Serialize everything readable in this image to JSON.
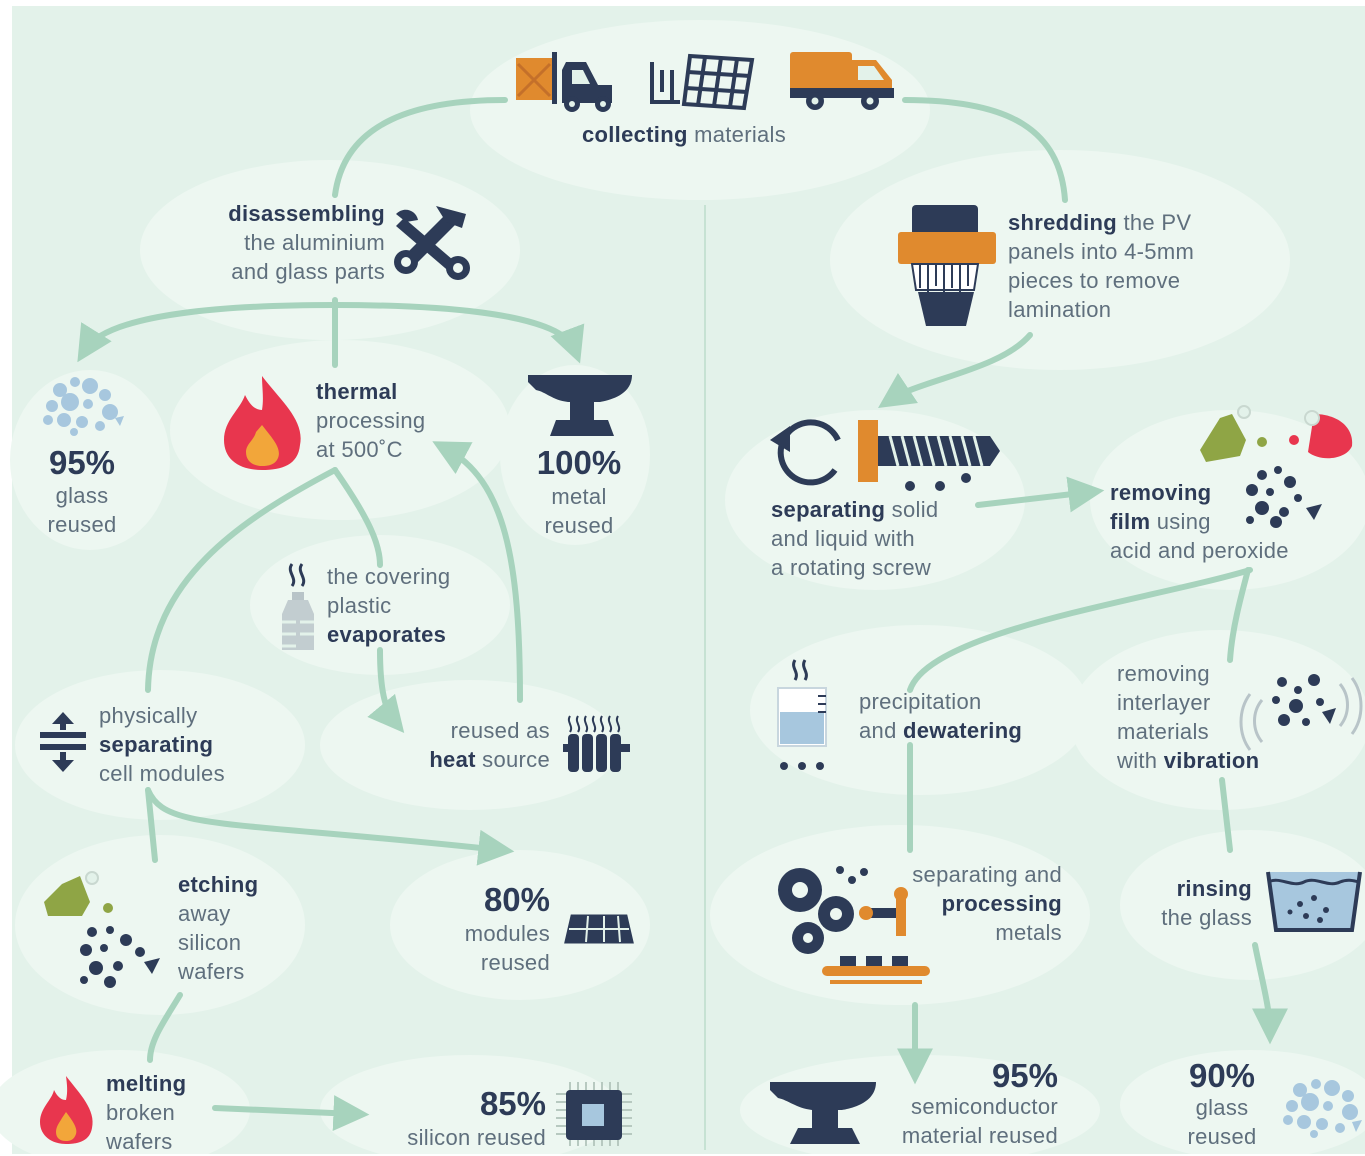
{
  "colors": {
    "background": "#e3f2ea",
    "cloud": "#edf7f1",
    "arrow": "#a7d3bd",
    "navy": "#2d3b57",
    "orange": "#e08a2e",
    "red": "#e8364e",
    "glass_blue": "#a7c7de",
    "text": "#5f6f7d"
  },
  "icons": [
    "forklift-icon",
    "solar-panel-icon",
    "truck-icon",
    "tools-icon",
    "shredder-icon",
    "glass-pieces-icon",
    "flame-icon",
    "anvil-icon",
    "rotating-screw-icon",
    "flasks-icon",
    "particles-icon",
    "steam-icon",
    "bottle-icon",
    "compress-arrows-icon",
    "radiator-icon",
    "beaker-icon",
    "vibration-particles-icon",
    "gears-robot-icon",
    "water-basin-icon",
    "solar-module-icon",
    "chip-icon"
  ],
  "collecting": {
    "bold": "collecting",
    "rest": " materials"
  },
  "disassembling": {
    "bold": "disassembling",
    "line2": "the aluminium",
    "line3": "and glass parts"
  },
  "shredding": {
    "bold": "shredding",
    "rest": " the PV",
    "line2": "panels into 4-5mm",
    "line3": "pieces to remove",
    "line4": "lamination"
  },
  "glass_left": {
    "pct": "95%",
    "line1": "glass",
    "line2": "reused"
  },
  "thermal": {
    "bold": "thermal",
    "line2": "processing",
    "line3": "at 500˚C"
  },
  "metal": {
    "pct": "100%",
    "line1": "metal",
    "line2": "reused"
  },
  "evaporates": {
    "line1": "the covering",
    "line2": "plastic",
    "bold": "evaporates"
  },
  "separating_screw": {
    "bold": "separating",
    "rest": " solid",
    "line2": "and liquid with",
    "line3": "a rotating screw"
  },
  "removing_film": {
    "bold": "removing",
    "line2_bold": "film",
    "line2_rest": " using",
    "line3": "acid and peroxide"
  },
  "physically": {
    "line1": "physically",
    "bold": "separating",
    "line3": "cell modules"
  },
  "heat": {
    "line1": "reused as",
    "bold": "heat",
    "rest": " source"
  },
  "precipitation": {
    "line1": "precipitation",
    "line2_rest": "and ",
    "bold": "dewatering"
  },
  "interlayer": {
    "line1": "removing",
    "line2": "interlayer",
    "line3": "materials",
    "line4_rest": "with ",
    "bold": "vibration"
  },
  "etching": {
    "bold": "etching",
    "line2": "away",
    "line3": "silicon",
    "line4": "wafers"
  },
  "modules": {
    "pct": "80%",
    "line1": "modules",
    "line2": "reused"
  },
  "processing_metals": {
    "line1": "separating and",
    "bold": "processing",
    "line3": "metals"
  },
  "rinsing": {
    "bold": "rinsing",
    "line2": "the glass"
  },
  "melting": {
    "bold": "melting",
    "line2": "broken",
    "line3": "wafers"
  },
  "silicon": {
    "pct": "85%",
    "line1": "silicon reused"
  },
  "semiconductor": {
    "pct": "95%",
    "line1": "semiconductor",
    "line2": "material reused"
  },
  "glass_right": {
    "pct": "90%",
    "line1": "glass",
    "line2": "reused"
  }
}
